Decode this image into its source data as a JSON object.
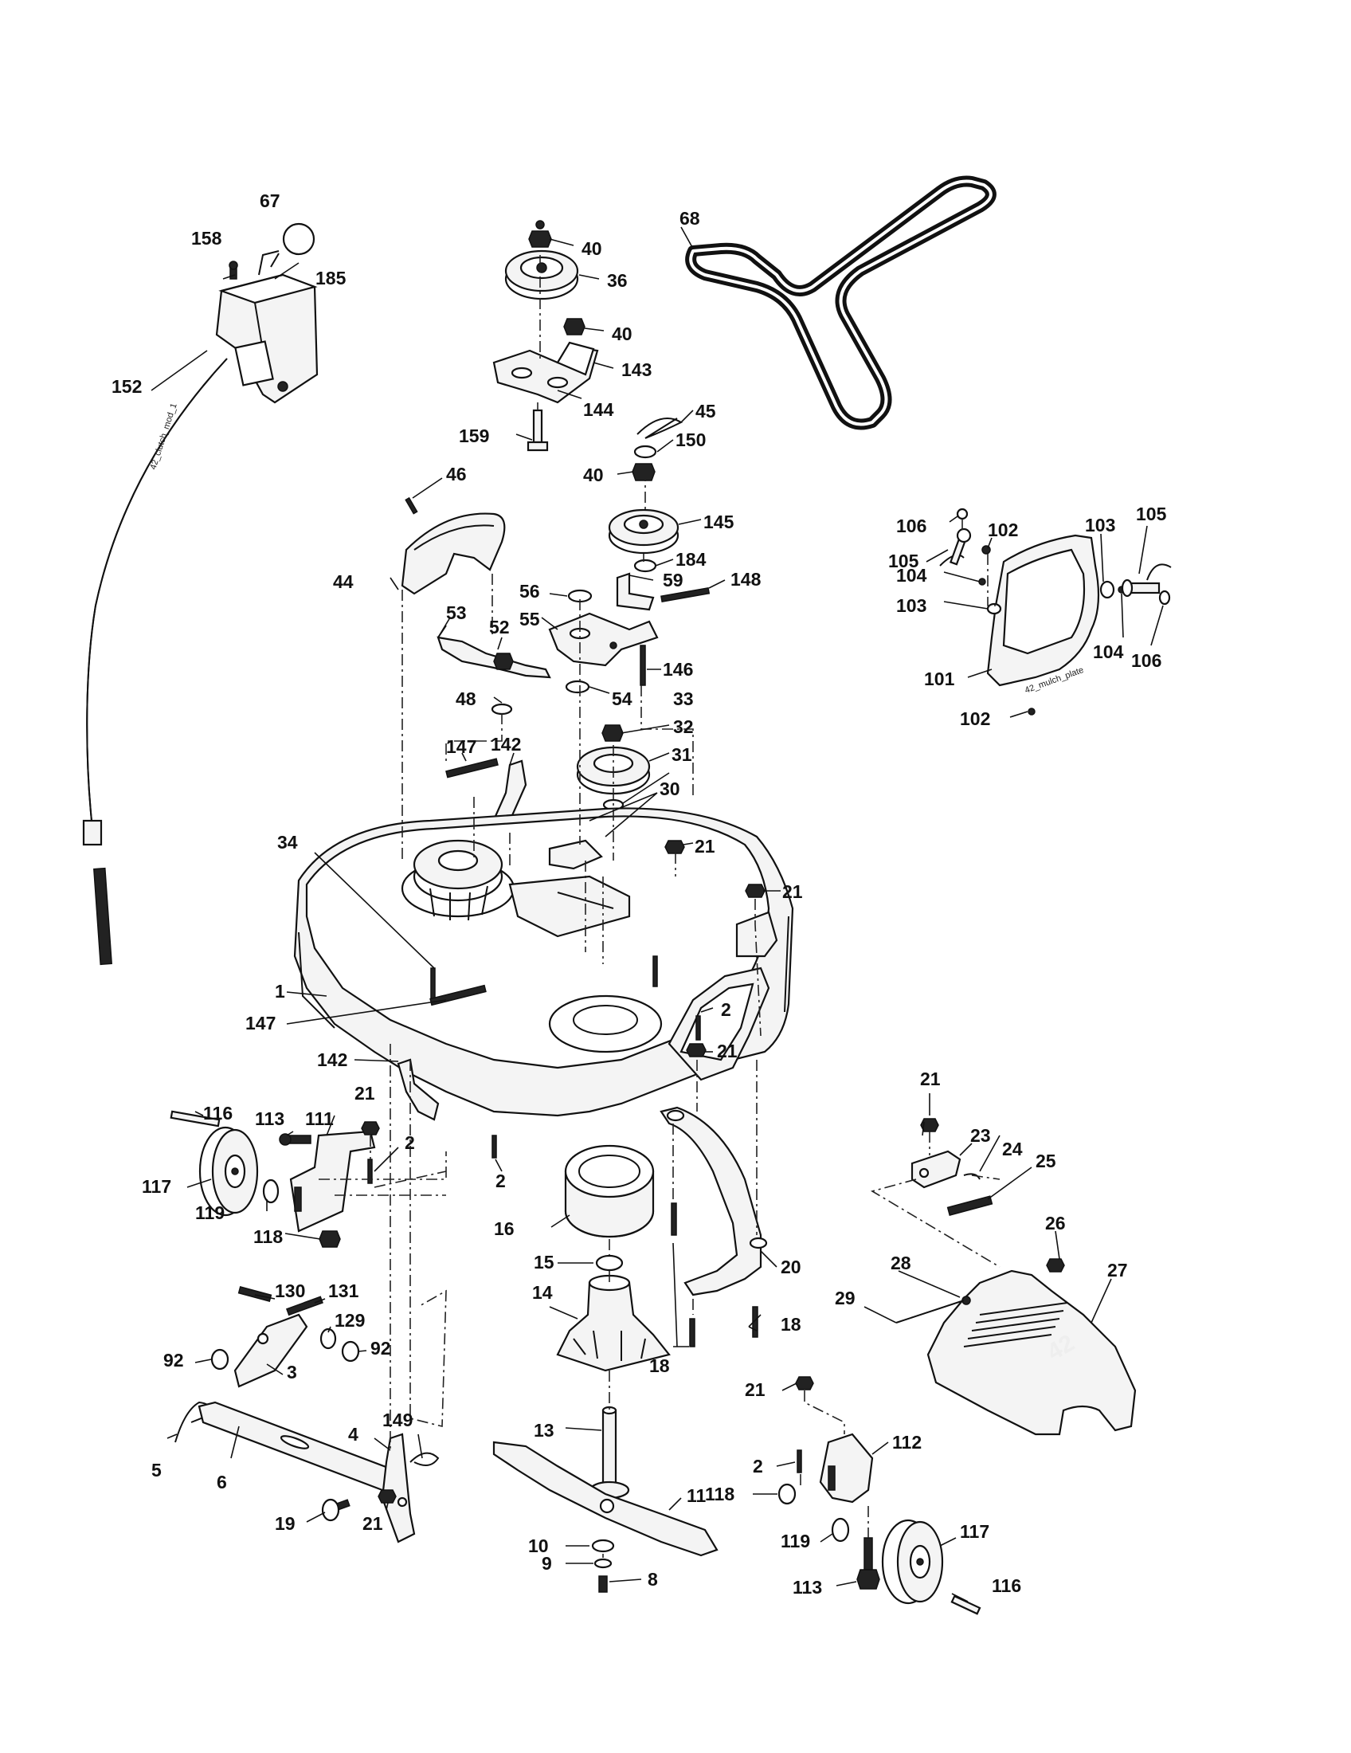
{
  "labels": {
    "l1": "1",
    "l2a": "2",
    "l2b": "2",
    "l2c": "2",
    "l2d": "2",
    "l3": "3",
    "l4": "4",
    "l5": "5",
    "l6": "6",
    "l8": "8",
    "l9": "9",
    "l10": "10",
    "l11": "11",
    "l13": "13",
    "l14": "14",
    "l15": "15",
    "l16": "16",
    "l18a": "18",
    "l18b": "18",
    "l19": "19",
    "l20": "20",
    "l21a": "21",
    "l21b": "21",
    "l21c": "21",
    "l21d": "21",
    "l21e": "21",
    "l21f": "21",
    "l21g": "21",
    "l23": "23",
    "l24": "24",
    "l25": "25",
    "l26": "26",
    "l27": "27",
    "l28": "28",
    "l29": "29",
    "l30": "30",
    "l31": "31",
    "l32": "32",
    "l33": "33",
    "l34": "34",
    "l36": "36",
    "l40a": "40",
    "l40b": "40",
    "l40c": "40",
    "l44": "44",
    "l45": "45",
    "l46": "46",
    "l48": "48",
    "l52": "52",
    "l53": "53",
    "l54": "54",
    "l55": "55",
    "l56": "56",
    "l59": "59",
    "l67": "67",
    "l68": "68",
    "l92a": "92",
    "l92b": "92",
    "l101": "101",
    "l102a": "102",
    "l102b": "102",
    "l103a": "103",
    "l103b": "103",
    "l104a": "104",
    "l104b": "104",
    "l105a": "105",
    "l105b": "105",
    "l106a": "106",
    "l106b": "106",
    "l111": "111",
    "l112": "112",
    "l113a": "113",
    "l113b": "113",
    "l116a": "116",
    "l116b": "116",
    "l117a": "117",
    "l117b": "117",
    "l118a": "118",
    "l118b": "118",
    "l119a": "119",
    "l119b": "119",
    "l129": "129",
    "l130": "130",
    "l131": "131",
    "l142a": "142",
    "l142b": "142",
    "l143": "143",
    "l144": "144",
    "l145": "145",
    "l146": "146",
    "l147a": "147",
    "l147b": "147",
    "l148": "148",
    "l149": "149",
    "l150": "150",
    "l152": "152",
    "l158": "158",
    "l159": "159",
    "l184": "184",
    "l185": "185"
  },
  "tags": {
    "clutch_mod": "42_clutch_mod_1",
    "mulch_plate": "42_mulch_plate",
    "deck_size": "42"
  }
}
